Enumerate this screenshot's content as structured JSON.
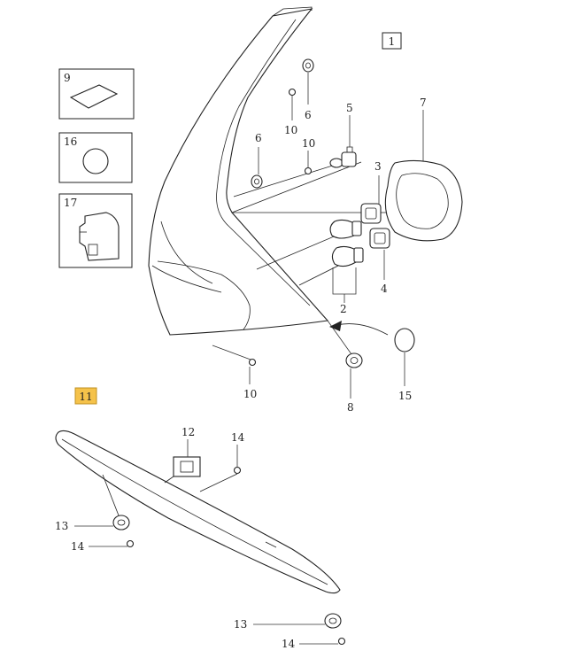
{
  "diagram": {
    "group_labels": {
      "upper": "1",
      "lower": "11"
    },
    "inset_labels": [
      "9",
      "16",
      "17"
    ],
    "upper_callouts": [
      "6",
      "10",
      "5",
      "7",
      "6",
      "10",
      "3",
      "2",
      "4",
      "10",
      "8",
      "15"
    ],
    "lower_callouts": [
      "12",
      "14",
      "13",
      "14",
      "13",
      "14"
    ],
    "colors": {
      "highlight_box": "#f5c24a",
      "line": "#222222"
    }
  }
}
